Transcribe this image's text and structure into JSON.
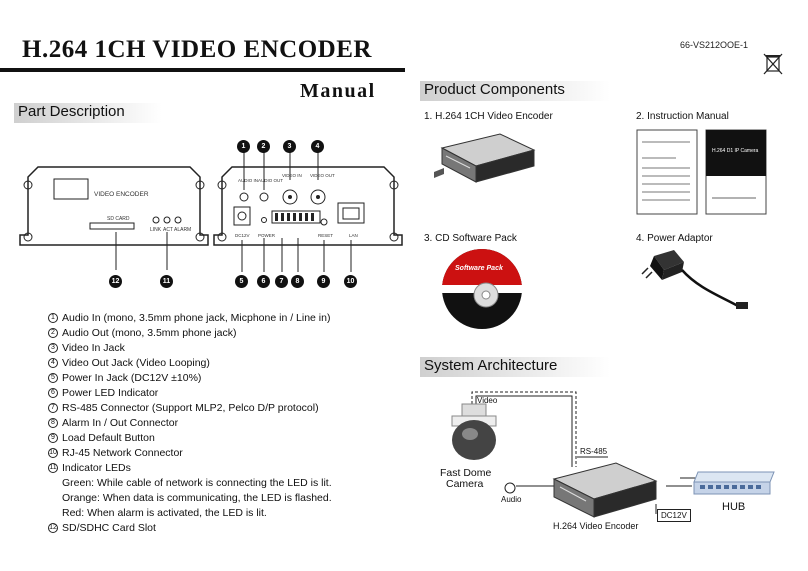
{
  "header": {
    "title": "H.264 1CH VIDEO ENCODER",
    "model": "66-VS212OOE-1",
    "subtitle": "Manual"
  },
  "part_description": {
    "heading": "Part Description",
    "front_panel": {
      "device_label": "VIDEO ENCODER",
      "sd_label": "SD CARD",
      "led_labels": [
        "LINK",
        "ACT",
        "ALARM"
      ]
    },
    "rear_panel": {
      "port_labels": [
        "AUDIO IN",
        "AUDIO OUT",
        "VIDEO IN",
        "VIDEO OUT"
      ],
      "bottom_labels": [
        "DC12V",
        "POWER",
        "RESET",
        "LAN"
      ]
    },
    "callouts_top": [
      "1",
      "2",
      "3",
      "4"
    ],
    "callouts_bottom": [
      "5",
      "6",
      "7",
      "8",
      "9",
      "10"
    ],
    "callouts_front": [
      "12",
      "11"
    ],
    "items": [
      {
        "n": "1",
        "text": "Audio In (mono, 3.5mm phone jack, Micphone in / Line in)"
      },
      {
        "n": "2",
        "text": "Audio Out (mono, 3.5mm phone jack)"
      },
      {
        "n": "3",
        "text": "Video In Jack"
      },
      {
        "n": "4",
        "text": "Video Out Jack (Video Looping)"
      },
      {
        "n": "5",
        "text": "Power In Jack (DC12V ±10%)"
      },
      {
        "n": "6",
        "text": "Power LED Indicator"
      },
      {
        "n": "7",
        "text": "RS-485 Connector (Support MLP2, Pelco D/P protocol)"
      },
      {
        "n": "8",
        "text": "Alarm In / Out Connector"
      },
      {
        "n": "9",
        "text": "Load Default Button"
      },
      {
        "n": "10",
        "text": "RJ-45 Network Connector"
      },
      {
        "n": "11",
        "text": "Indicator LEDs"
      },
      {
        "n": "",
        "text": "Green: While cable of network is connecting the LED is lit."
      },
      {
        "n": "",
        "text": "Orange: When data is communicating, the LED is flashed."
      },
      {
        "n": "",
        "text": "Red: When alarm is activated, the LED is lit."
      },
      {
        "n": "12",
        "text": "SD/SDHC Card Slot"
      }
    ]
  },
  "product_components": {
    "heading": "Product Components",
    "items": [
      "1. H.264 1CH Video Encoder",
      "2. Instruction Manual",
      "3. CD Software Pack",
      "4. Power Adaptor"
    ],
    "cd_label": "Software Pack",
    "manual_cover_text": "H.264 D1 IP Camera"
  },
  "system_architecture": {
    "heading": "System Architecture",
    "labels": {
      "video": "Video",
      "rs485": "RS-485",
      "camera_line1": "Fast Dome",
      "camera_line2": "Camera",
      "audio": "Audio",
      "encoder": "H.264 Video Encoder",
      "dc": "DC12V",
      "hub": "HUB"
    }
  }
}
